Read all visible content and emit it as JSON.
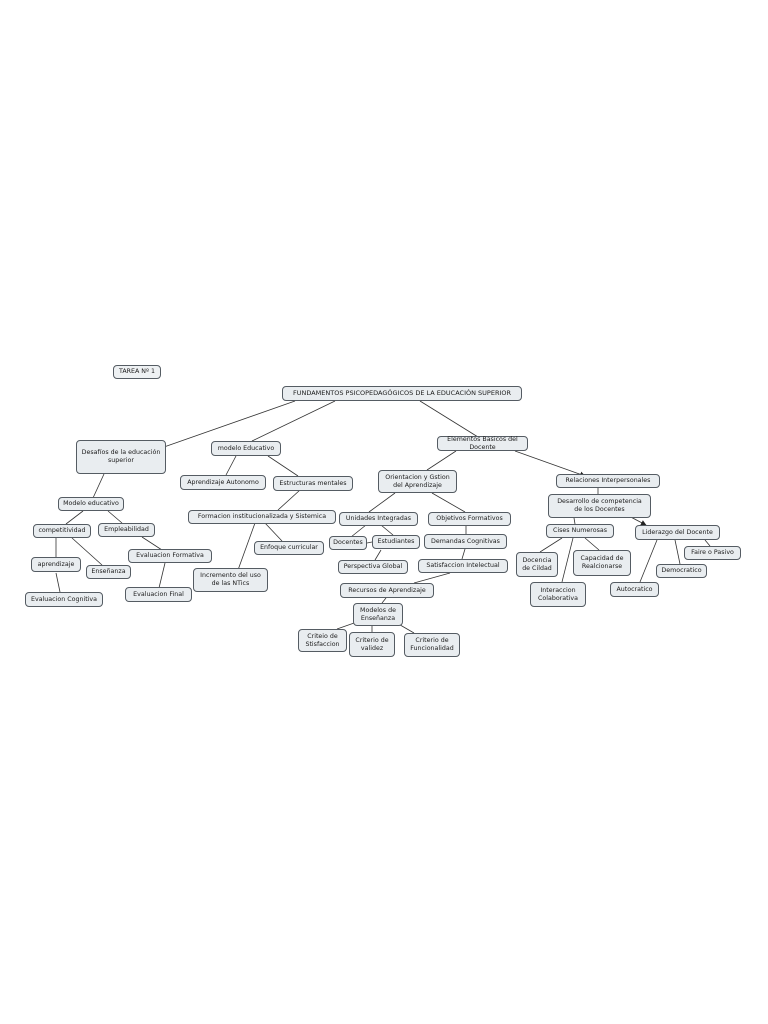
{
  "title_tag": "TAREA Nº 1",
  "nodes": {
    "root": "FUNDAMENTOS PSICOPEDAGÓGICOS DE LA EDUCACIÓN SUPERIOR",
    "desafios": "Desafíos de la educación\nsuperior",
    "modelo_educativo": "modelo Educativo",
    "elementos_basicos": "Elementos Basicos del Docente",
    "aprendizaje_autonomo": "Aprendizaje Autonomo",
    "estructuras_mentales": "Estructuras mentales",
    "orientacion_gestion": "Orientacion y Gstion\ndel Aprendizaje",
    "relaciones_interpersonales": "Relaciones Interpersonales",
    "modelo_educativo_2": "Modelo educativo",
    "formacion_institucionalizada": "Formacion institucionalizada y Sistemica",
    "desarrollo_competencia": "Desarrollo de competencia\nde los Docentes",
    "competitividad": "competitividad",
    "empleabilidad": "Empleabilidad",
    "unidades_integradas": "Unidades Integradas",
    "objetivos_formativos": "Objetivos Formativos",
    "cises_numerosas": "Cises Numerosas",
    "liderazgo_docente": "Liderazgo del Docente",
    "enfoque_curricular": "Enfoque curricular",
    "docentes": "Docentes",
    "estudiantes": "Estudiantes",
    "demandas_cognitivas": "Demandas Cognitivas",
    "faire_pasivo": "Faire o Pasivo",
    "evaluacion_formativa": "Evaluacion Formativa",
    "aprendizaje": "aprendizaje",
    "ensenanza": "Enseñanza",
    "incremento_ntics": "Incremento del uso\nde las NTics",
    "perspectiva_global": "Perspectiva Global",
    "satisfaccion_intelectual": "Satisfaccion Intelectual",
    "docencia_calidad": "Docencia\nde Cildad",
    "capacidad_relacionarse": "Capacidad de\nRealcionarse",
    "democratico": "Democratico",
    "recursos_aprendizaje": "Recursos de Aprendizaje",
    "interaccion_colaborativa": "Interaccion\nColaborativa",
    "autocratico": "Autocratico",
    "evaluacion_final": "Evaluacion Final",
    "evaluacion_cognitiva": "Evaluacion Cognitiva",
    "modelos_ensenanza": "Modelos de\nEnseñanza",
    "criterio_satisfaccion": "Criteio de\nStisfaccion",
    "criterio_validez": "Criterio de\nvalidez",
    "criterio_funcionalidad": "Criterio de\nFuncionalidad"
  },
  "colors": {
    "node_fill": "#e9edf0",
    "node_border": "#555c63",
    "line": "#333333"
  }
}
